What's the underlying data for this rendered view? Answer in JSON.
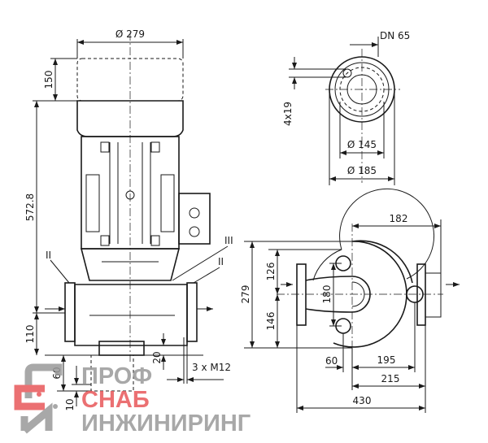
{
  "side_view": {
    "motor_diameter": "Ø 279",
    "motor_top_clearance": "150",
    "total_height": "572.8",
    "flange_height": "110",
    "foundation_depth": "60",
    "foundation_offset": "10",
    "foot_height": "20",
    "bolts": "3 x M12",
    "marker_left": "II",
    "marker_mid": "III",
    "marker_right": "II"
  },
  "flange_view": {
    "nominal_size": "DN 65",
    "holes": "4x19",
    "bolt_circle": "Ø 145",
    "flange_diameter": "Ø 185"
  },
  "plan_view": {
    "offset_182": "182",
    "width_279": "279",
    "upper_126": "126",
    "lower_146": "146",
    "foot_spacing_180": "180",
    "foot_offset_60": "60",
    "dim_195": "195",
    "dim_215": "215",
    "length_430": "430"
  },
  "logo": {
    "line1": "ПРОФ",
    "line2": "СНАБ",
    "line3": "ИНЖИНИРИНГ",
    "gray": "#9a9a9a",
    "red": "#e8585a"
  }
}
